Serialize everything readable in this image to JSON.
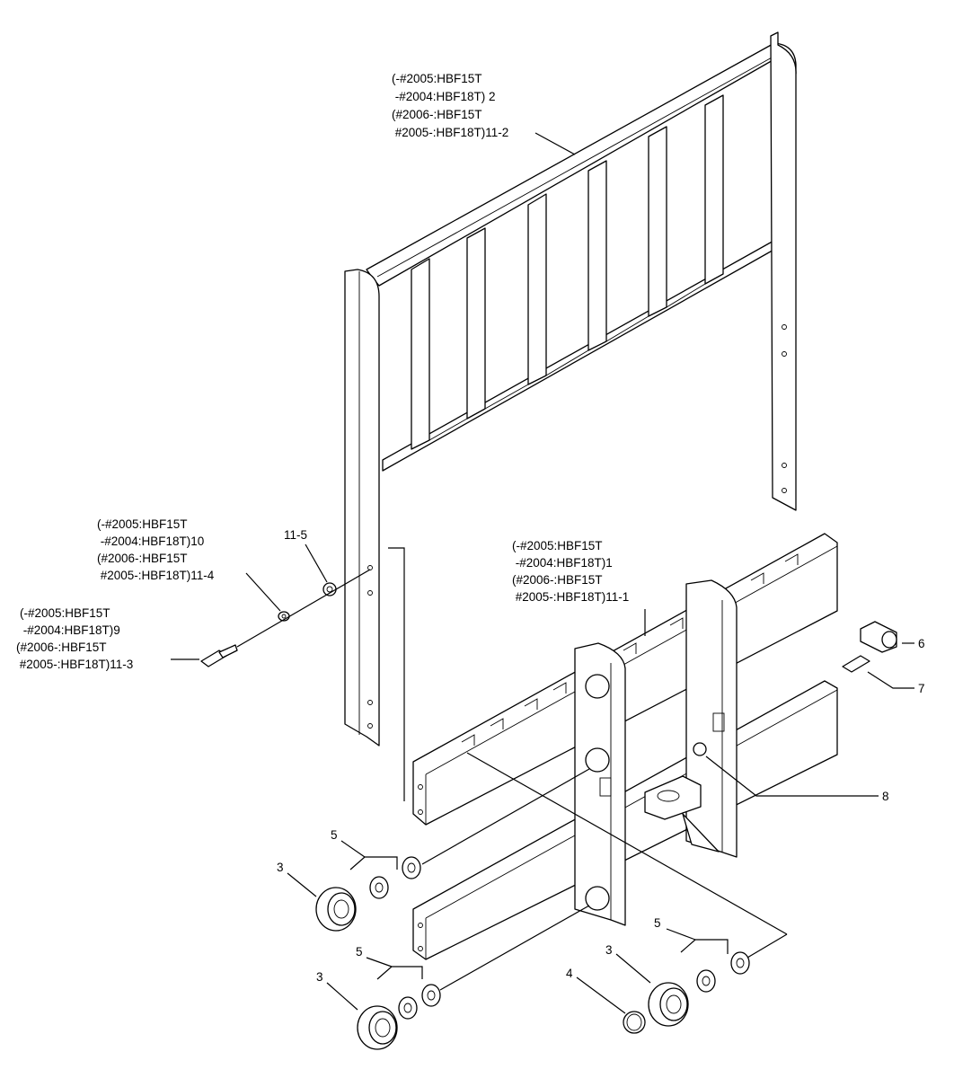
{
  "colors": {
    "stroke": "#000000",
    "background": "#ffffff"
  },
  "labels": {
    "backrest": [
      "(-#2005:HBF15T",
      " -#2004:HBF18T) 2",
      "(#2006-:HBF15T",
      " #2005-:HBF18T)11-2"
    ],
    "washer_10": [
      "(-#2005:HBF15T",
      " -#2004:HBF18T)10",
      "(#2006-:HBF15T",
      " #2005-:HBF18T)11-4"
    ],
    "bolt_9": [
      "(-#2005:HBF15T",
      " -#2004:HBF18T)9",
      "(#2006-:HBF15T",
      " #2005-:HBF18T)11-3"
    ],
    "carriage_1": [
      "(-#2005:HBF15T",
      " -#2004:HBF18T)1",
      "(#2006-:HBF15T",
      " #2005-:HBF18T)11-1"
    ],
    "part_11_5": "11-5",
    "part_6": "6",
    "part_7": "7",
    "part_8": "8",
    "part_5_a": "5",
    "part_5_b": "5",
    "part_5_c": "5",
    "part_3_a": "3",
    "part_3_b": "3",
    "part_3_c": "3",
    "part_4": "4"
  }
}
